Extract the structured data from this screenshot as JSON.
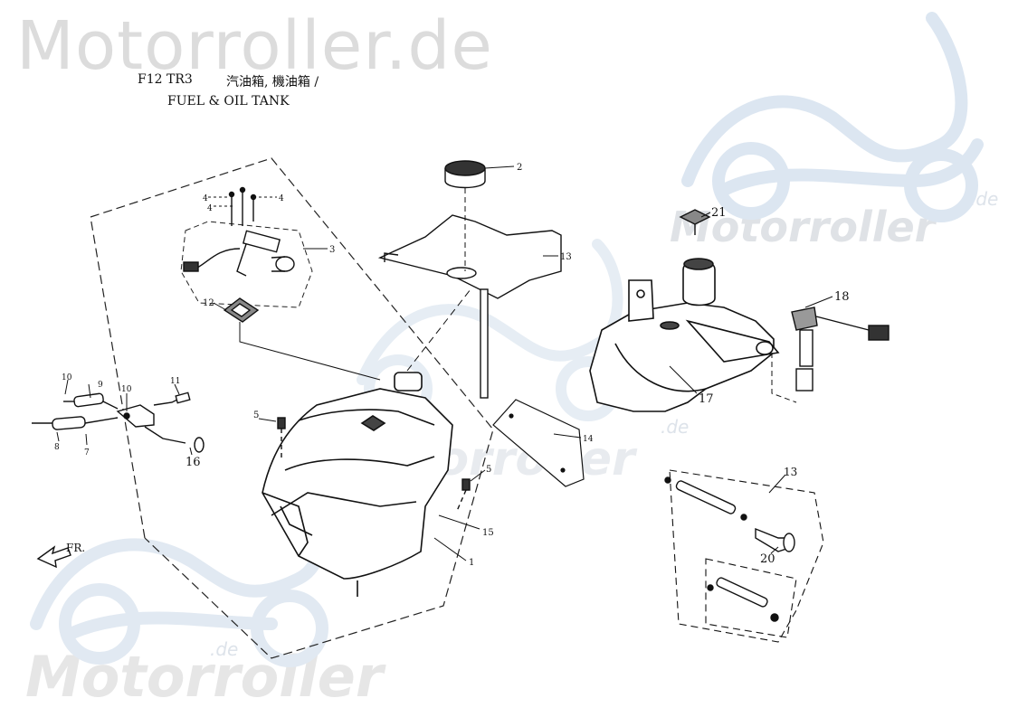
{
  "watermark": {
    "top_text": "Motorroller.de",
    "bottom_text": "Motorroller",
    "mid_text": "Motorroller",
    "right_text": "Motorroller",
    "suffix": ".de"
  },
  "header": {
    "code": "F12 TR3",
    "chinese_title": "汽油箱, 機油箱 /",
    "english_title": "FUEL & OIL TANK"
  },
  "direction_label": "FR.",
  "callouts": [
    {
      "id": "c1",
      "label": "1"
    },
    {
      "id": "c2",
      "label": "2"
    },
    {
      "id": "c3",
      "label": "3"
    },
    {
      "id": "c4a",
      "label": "4"
    },
    {
      "id": "c4b",
      "label": "4"
    },
    {
      "id": "c4c",
      "label": "4"
    },
    {
      "id": "c5a",
      "label": "5"
    },
    {
      "id": "c5b",
      "label": "5"
    },
    {
      "id": "c7",
      "label": "7"
    },
    {
      "id": "c8",
      "label": "8"
    },
    {
      "id": "c9",
      "label": "9"
    },
    {
      "id": "c10a",
      "label": "10"
    },
    {
      "id": "c10b",
      "label": "10"
    },
    {
      "id": "c11",
      "label": "11"
    },
    {
      "id": "c12",
      "label": "12"
    },
    {
      "id": "c13a",
      "label": "13"
    },
    {
      "id": "c13b",
      "label": "13"
    },
    {
      "id": "c14",
      "label": "14"
    },
    {
      "id": "c15",
      "label": "15"
    },
    {
      "id": "c16",
      "label": "16"
    },
    {
      "id": "c17",
      "label": "17"
    },
    {
      "id": "c18",
      "label": "18"
    },
    {
      "id": "c20",
      "label": "20"
    },
    {
      "id": "c21",
      "label": "21"
    }
  ]
}
